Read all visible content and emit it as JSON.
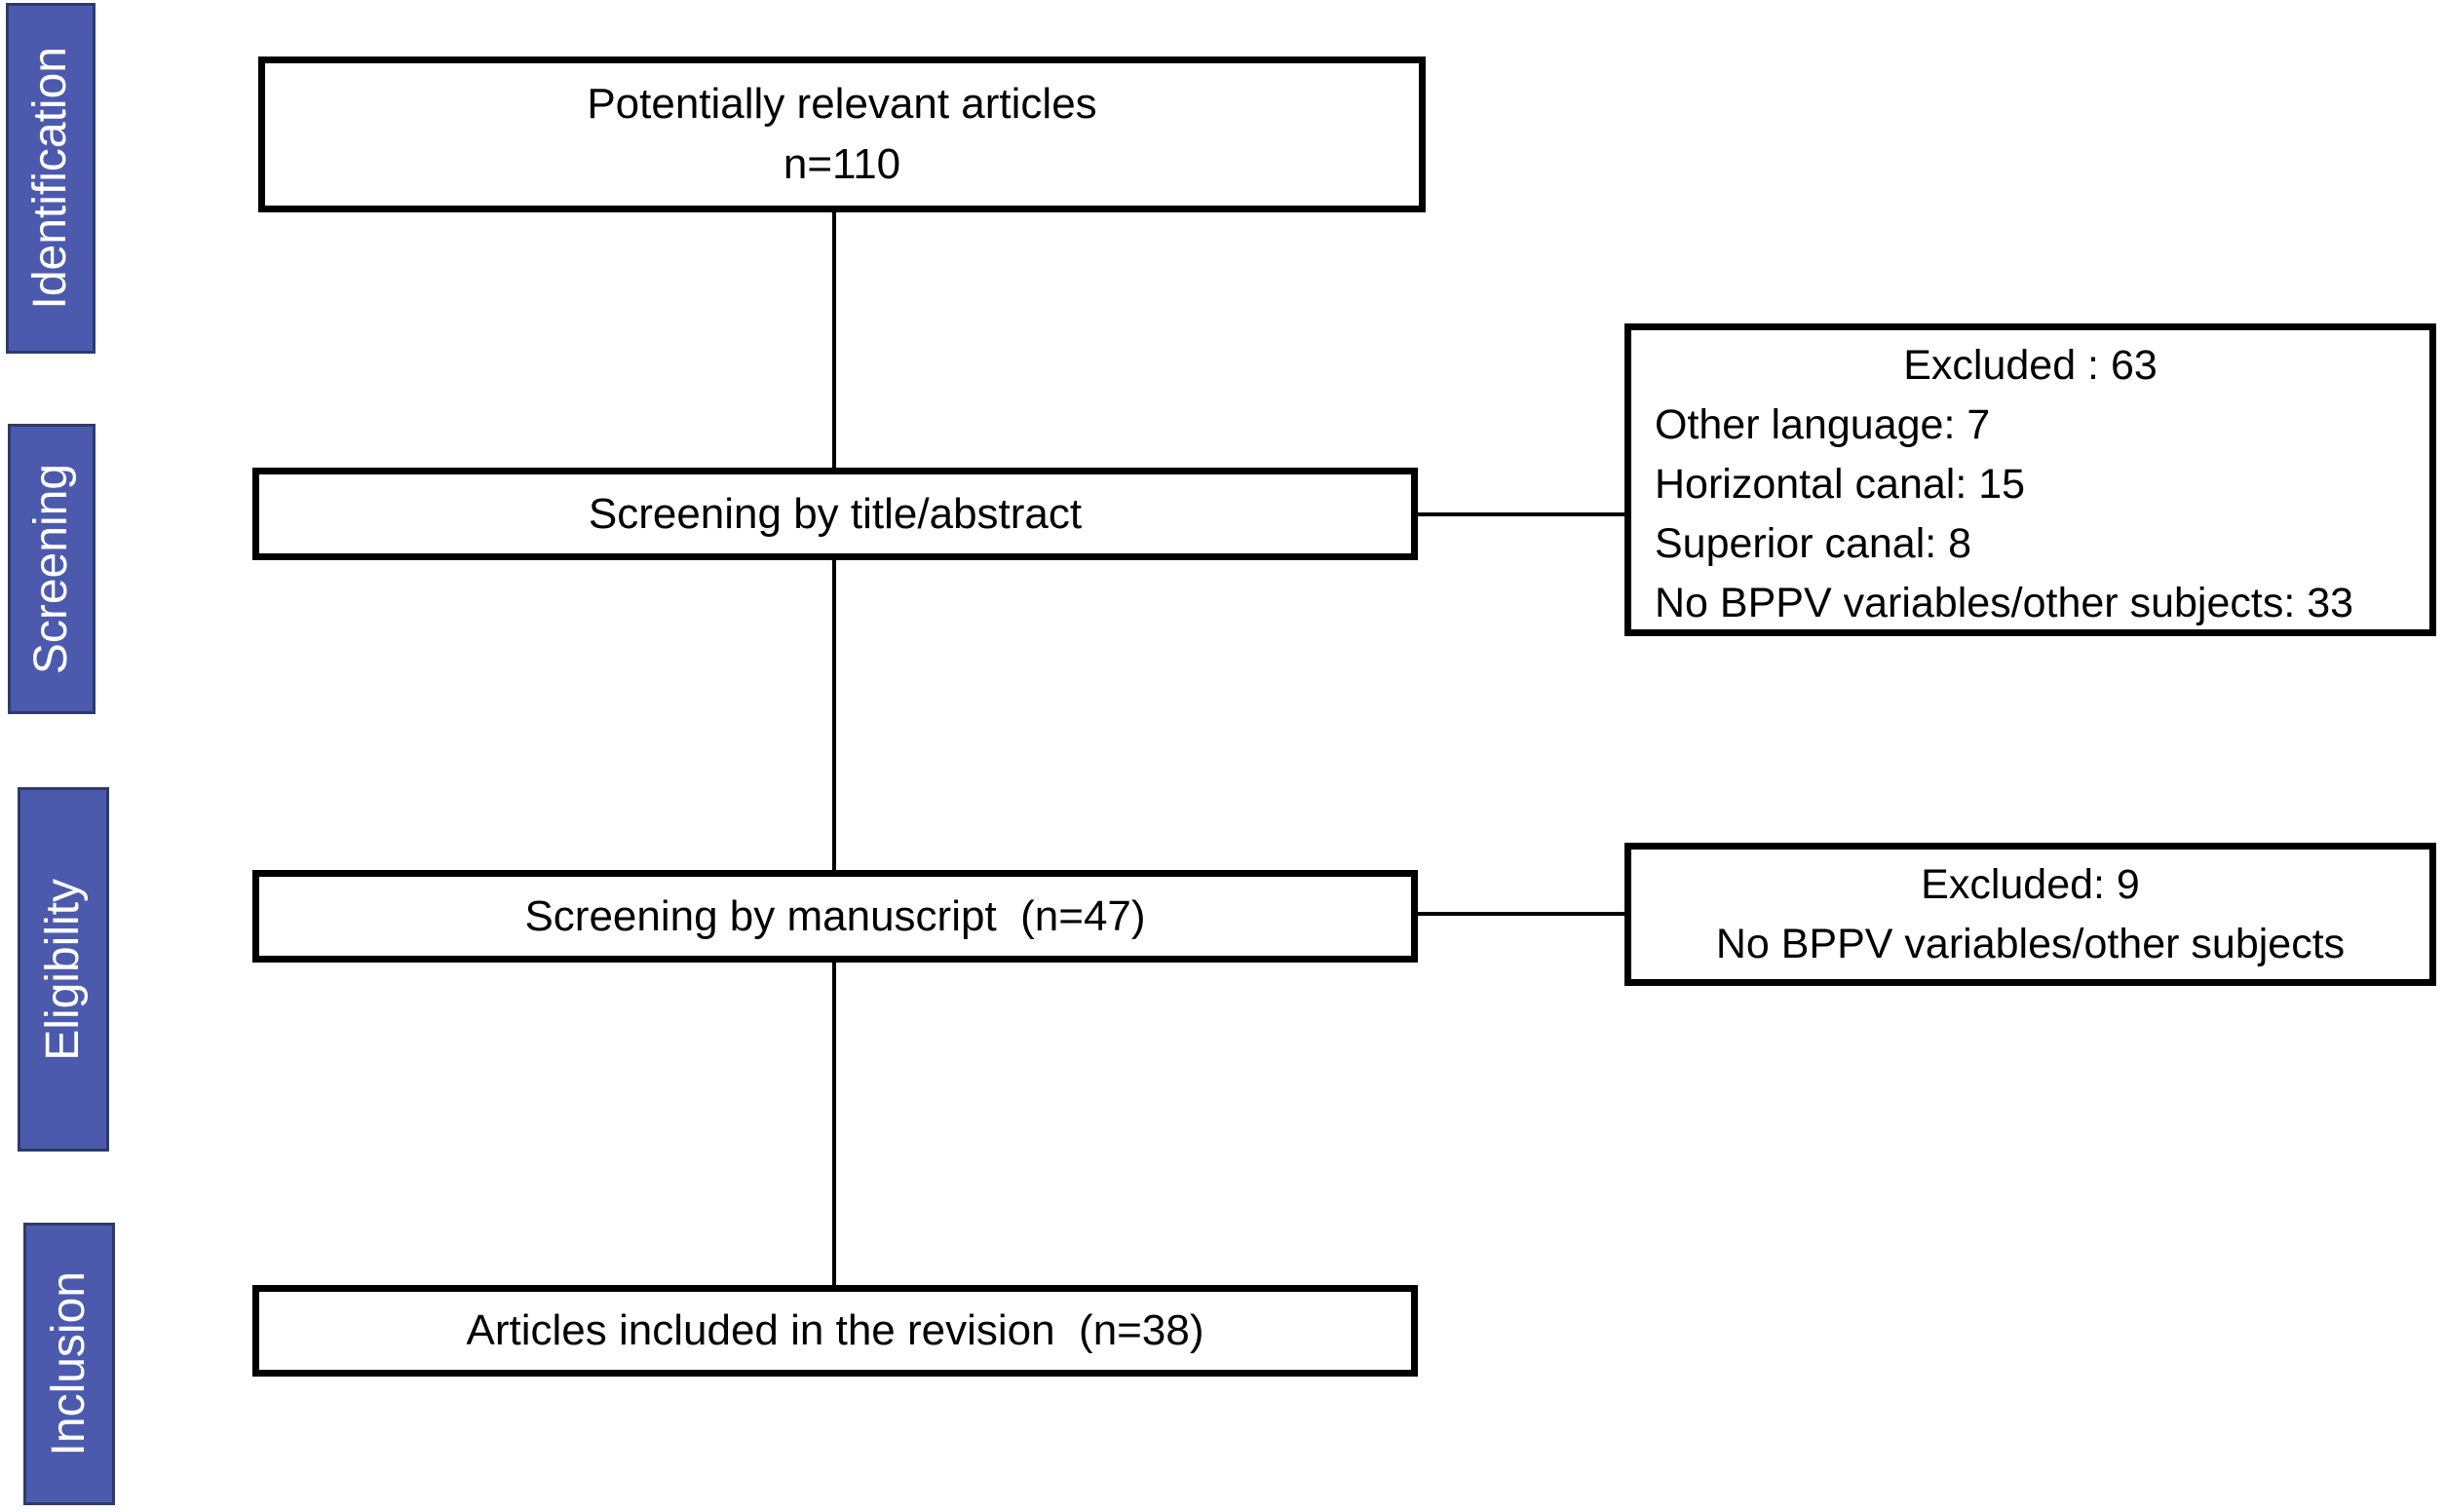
{
  "diagram": {
    "stage_labels": {
      "identification": "Identification",
      "screening": "Screening",
      "eligibility": "Eligibility",
      "inclusion": "Inclusion"
    },
    "boxes": {
      "potentially_relevant_line1": "Potentially relevant articles",
      "potentially_relevant_line2": "n=110",
      "screening_title_abstract": "Screening by title/abstract",
      "screening_manuscript": "Screening by manuscript  (n=47)",
      "articles_included": "Articles included in the revision  (n=38)"
    },
    "exclusions": {
      "first": {
        "title": "Excluded : 63",
        "items": [
          "Other language: 7",
          "Horizontal canal: 15",
          "Superior canal: 8",
          "No BPPV variables/other subjects: 33"
        ]
      },
      "second": {
        "title": "Excluded: 9",
        "items": [
          "No BPPV variables/other subjects"
        ]
      }
    },
    "colors": {
      "stage_fill": "#4c5aad",
      "stage_border": "#2e3a6b",
      "stage_text": "#ffffff",
      "box_fill": "#ffffff",
      "box_border": "#000000",
      "text": "#000000",
      "connector": "#000000",
      "background": "#ffffff"
    }
  }
}
